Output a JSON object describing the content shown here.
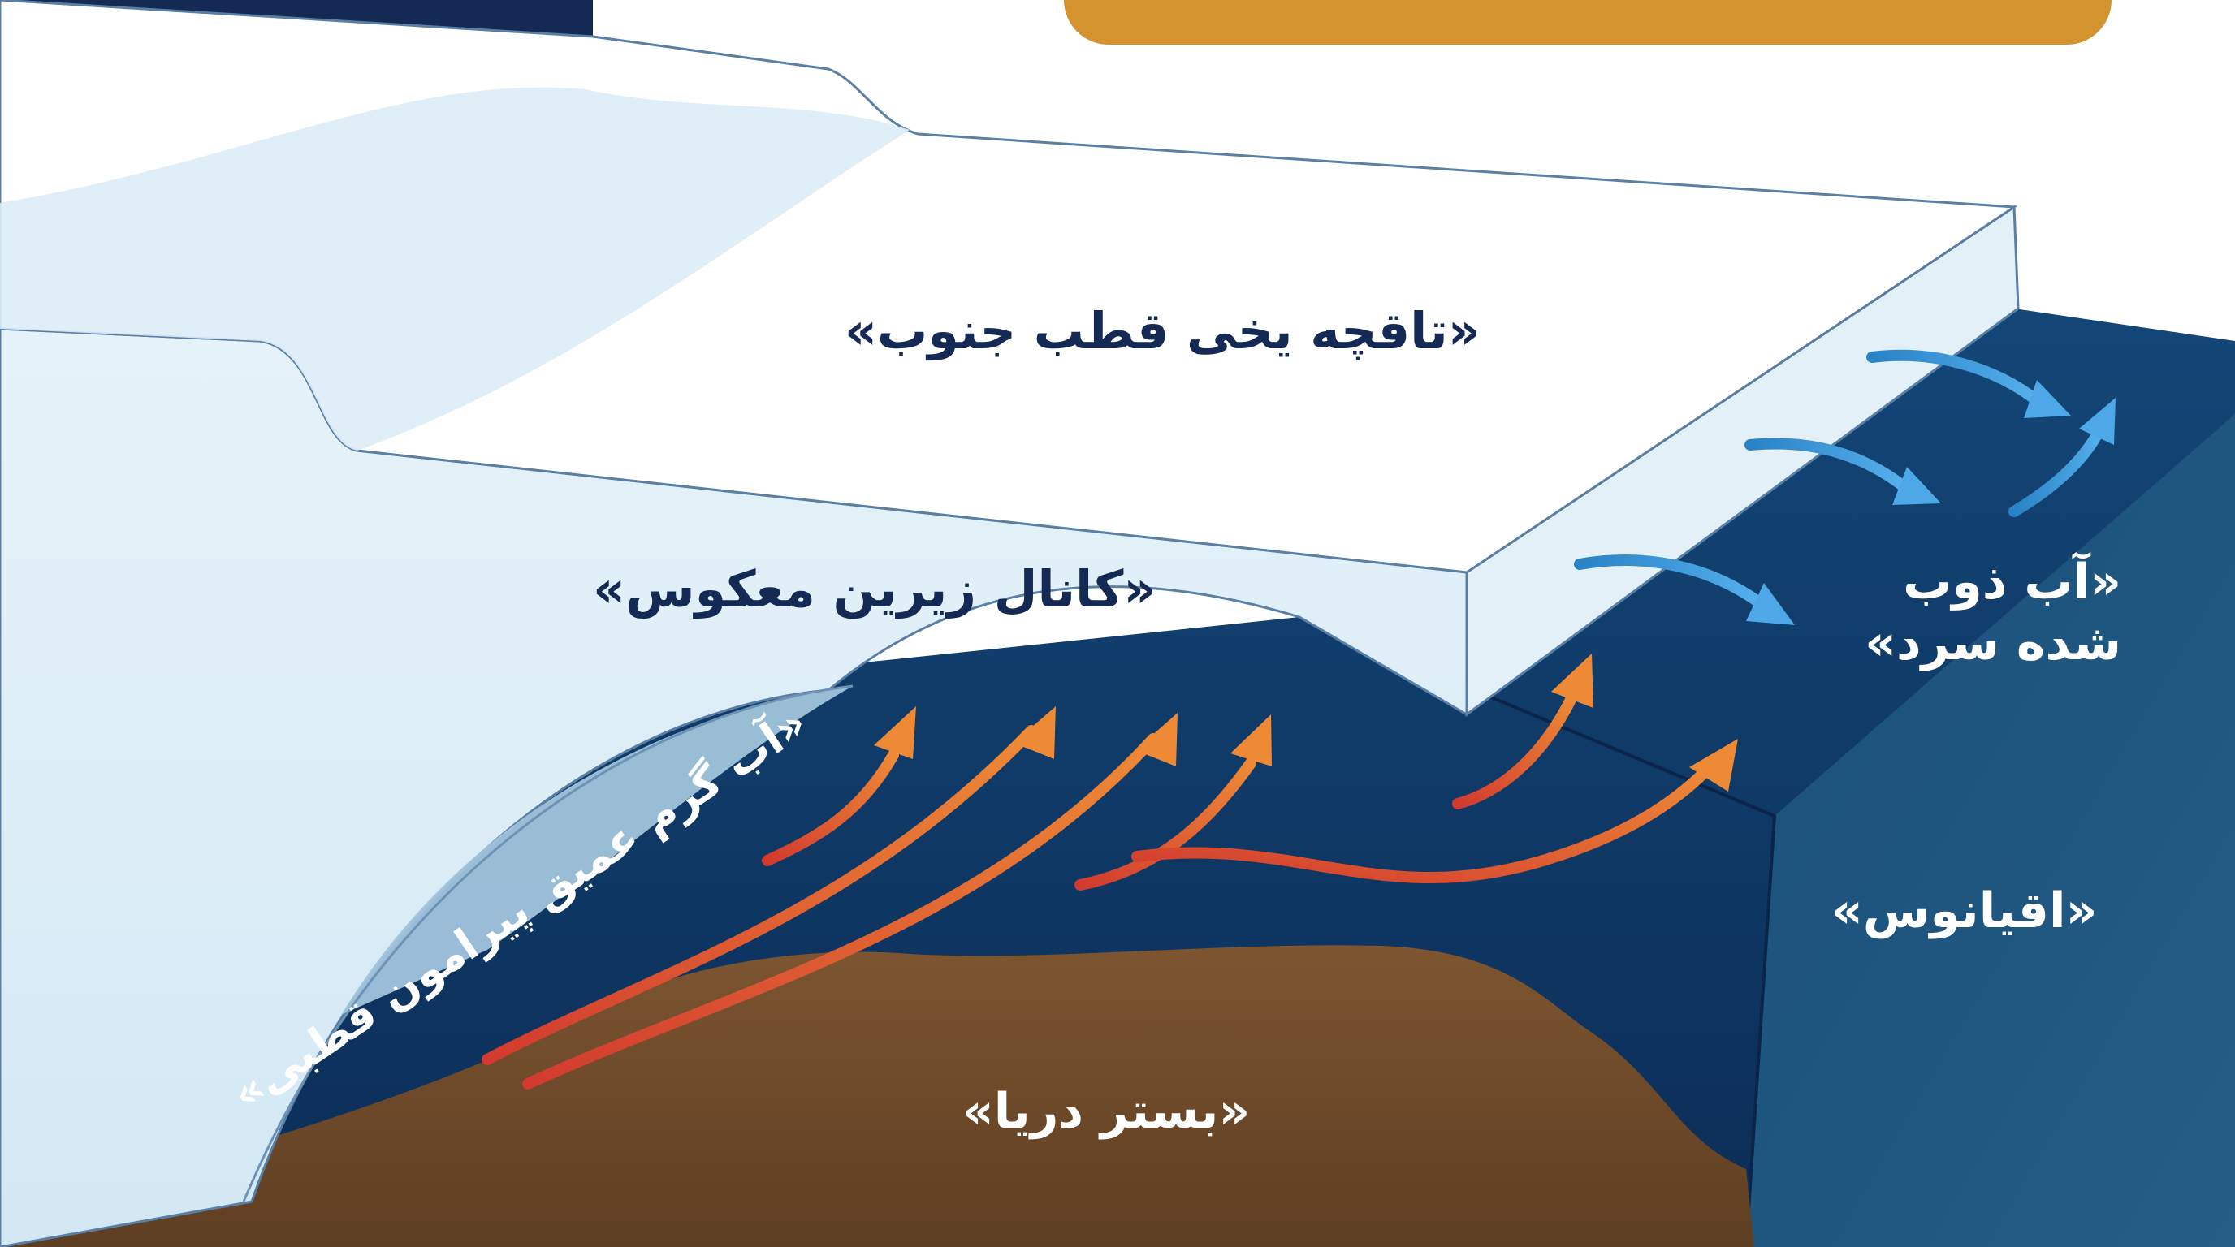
{
  "labels": {
    "ice_shelf": "«تاقچه یخی قطب جنوب»",
    "basal_channel": "«کانال زیرین معکوس»",
    "meltwater": "«آب ذوب شده سرد»",
    "ocean": "«اقیانوس»",
    "seabed": "«بستر دریا»",
    "warm_water": "«آب گرم عمیق پیرامون قطبی»"
  },
  "colors": {
    "background_navy": "#142a54",
    "header_banner": "#d3932f",
    "ice_top": "#ffffff",
    "ice_front": "#dcedf7",
    "channel_cavity": "#a2c4dc",
    "ocean_front": "#0f3a66",
    "ocean_side": "#1b5078",
    "seabed": "#7a5330",
    "warm_arrow_start": "#d23a2f",
    "warm_arrow_end": "#ee8a36",
    "cold_arrow": "#3b9ade"
  },
  "icons": [
    "warm-water-arrow",
    "cold-meltwater-arrow"
  ]
}
